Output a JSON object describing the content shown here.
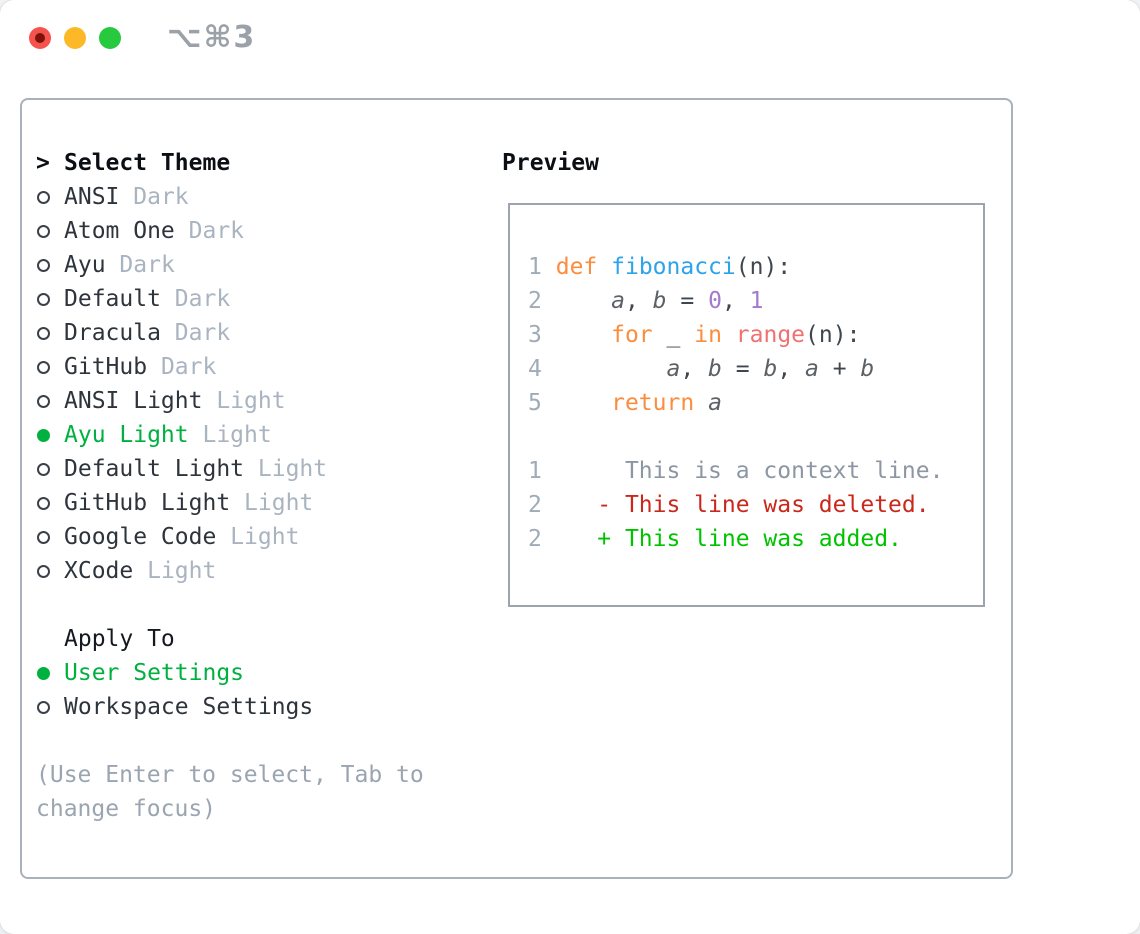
{
  "window": {
    "title": "⌥⌘3",
    "traffic_lights": [
      {
        "name": "close",
        "color": "#f4544d"
      },
      {
        "name": "minimize",
        "color": "#fdb827"
      },
      {
        "name": "zoom",
        "color": "#27c93f"
      }
    ]
  },
  "theme_section": {
    "cursor": ">",
    "title": "Select Theme",
    "items": [
      {
        "name": "ANSI",
        "variant": "Dark",
        "selected": false
      },
      {
        "name": "Atom One",
        "variant": "Dark",
        "selected": false
      },
      {
        "name": "Ayu",
        "variant": "Dark",
        "selected": false
      },
      {
        "name": "Default",
        "variant": "Dark",
        "selected": false
      },
      {
        "name": "Dracula",
        "variant": "Dark",
        "selected": false
      },
      {
        "name": "GitHub",
        "variant": "Dark",
        "selected": false
      },
      {
        "name": "ANSI Light",
        "variant": "Light",
        "selected": false
      },
      {
        "name": "Ayu Light",
        "variant": "Light",
        "selected": true
      },
      {
        "name": "Default Light",
        "variant": "Light",
        "selected": false
      },
      {
        "name": "GitHub Light",
        "variant": "Light",
        "selected": false
      },
      {
        "name": "Google Code",
        "variant": "Light",
        "selected": false
      },
      {
        "name": "XCode",
        "variant": "Light",
        "selected": false
      }
    ]
  },
  "apply_section": {
    "title": "Apply To",
    "options": [
      {
        "label": "User Settings",
        "selected": true
      },
      {
        "label": "Workspace Settings",
        "selected": false
      }
    ]
  },
  "hint": "(Use Enter to select, Tab to change focus)",
  "preview": {
    "title": "Preview",
    "lines": [
      {
        "tokens": [
          [
            "1",
            "ln"
          ],
          [
            " ",
            ""
          ],
          [
            "def",
            "kw"
          ],
          [
            " ",
            ""
          ],
          [
            "fibonacci",
            "fn"
          ],
          [
            "(n):",
            "pn"
          ]
        ]
      },
      {
        "tokens": [
          [
            "2",
            "ln"
          ],
          [
            "     ",
            ""
          ],
          [
            "a",
            "var"
          ],
          [
            ", ",
            "pn"
          ],
          [
            "b",
            "var"
          ],
          [
            " = ",
            "pn"
          ],
          [
            "0",
            "num"
          ],
          [
            ", ",
            "pn"
          ],
          [
            "1",
            "num"
          ]
        ]
      },
      {
        "tokens": [
          [
            "3",
            "ln"
          ],
          [
            "     ",
            ""
          ],
          [
            "for",
            "kw"
          ],
          [
            " ",
            ""
          ],
          [
            "_",
            "pn"
          ],
          [
            " ",
            ""
          ],
          [
            "in",
            "kw"
          ],
          [
            " ",
            ""
          ],
          [
            "range",
            "call"
          ],
          [
            "(n):",
            "pn"
          ]
        ]
      },
      {
        "tokens": [
          [
            "4",
            "ln"
          ],
          [
            "         ",
            ""
          ],
          [
            "a",
            "var"
          ],
          [
            ", ",
            "pn"
          ],
          [
            "b",
            "var"
          ],
          [
            " = ",
            "pn"
          ],
          [
            "b",
            "var"
          ],
          [
            ", ",
            "pn"
          ],
          [
            "a",
            "var"
          ],
          [
            " + ",
            "pn"
          ],
          [
            "b",
            "var"
          ]
        ]
      },
      {
        "tokens": [
          [
            "5",
            "ln"
          ],
          [
            "     ",
            ""
          ],
          [
            "return",
            "kw"
          ],
          [
            " ",
            ""
          ],
          [
            "a",
            "var"
          ]
        ]
      },
      {
        "tokens": []
      },
      {
        "tokens": [
          [
            "1",
            "ln"
          ],
          [
            "      ",
            ""
          ],
          [
            "This is a context line.",
            "ctx"
          ]
        ]
      },
      {
        "tokens": [
          [
            "2",
            "ln"
          ],
          [
            "    ",
            ""
          ],
          [
            "- This line was deleted.",
            "del"
          ]
        ]
      },
      {
        "tokens": [
          [
            "2",
            "ln"
          ],
          [
            "    ",
            ""
          ],
          [
            "+ This line was added.",
            "add"
          ]
        ]
      }
    ]
  },
  "colors": {
    "selected_green": "#00b140",
    "keyword_orange": "#fa8d3e",
    "function_blue": "#2ea3ec",
    "number_purple": "#a37acc",
    "builtin_pink": "#f07171",
    "diff_red": "#c9281c",
    "diff_green": "#00c300",
    "muted_gray": "#a9b4c0",
    "hint_gray": "#9aa5b1",
    "panel_border": "#a9b1bb",
    "preview_border": "#9ca4ae",
    "traffic_red": "#f4544d",
    "traffic_yellow": "#fdb827",
    "traffic_green": "#27c93f"
  }
}
